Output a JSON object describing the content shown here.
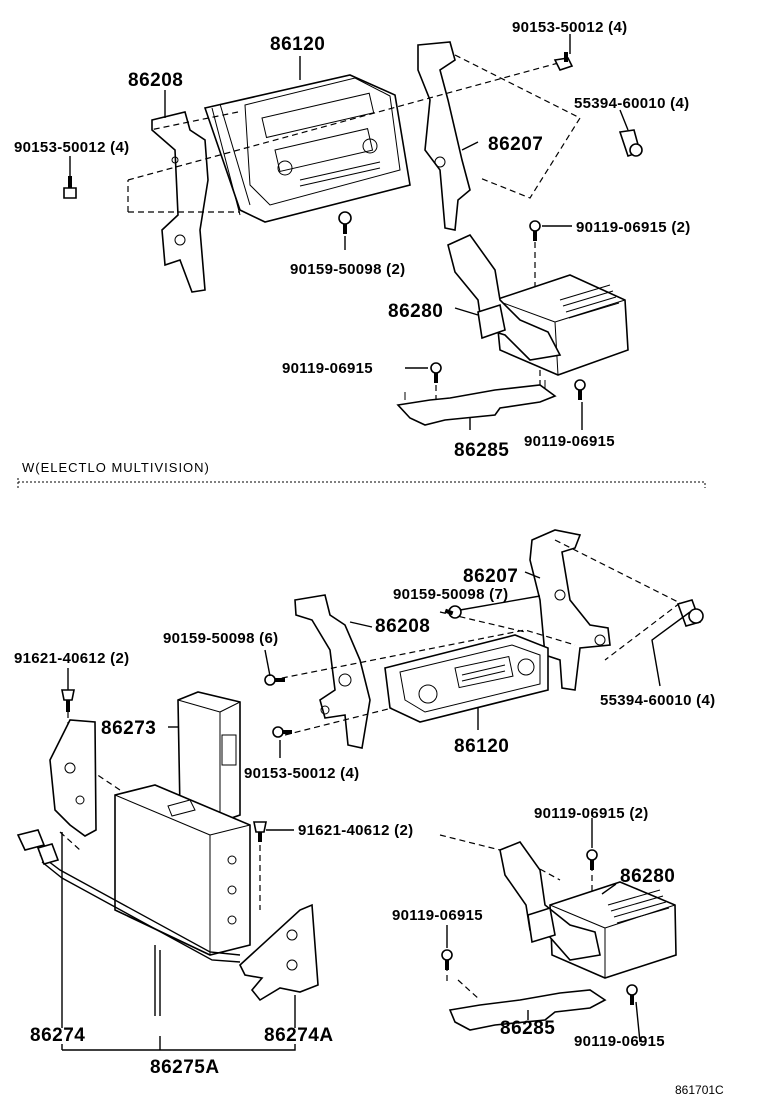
{
  "top": {
    "labels": {
      "p86120": "86120",
      "p86208": "86208",
      "p86207": "86207",
      "bolt_a": "90153-50012 (4)",
      "bolt_b": "90153-50012 (4)",
      "screw_a": "55394-60010 (4)",
      "screw_b": "90119-06915 (2)",
      "screw_c": "90159-50098 (2)",
      "p86280": "86280",
      "screw_d": "90119-06915",
      "screw_e": "90119-06915",
      "p86285": "86285"
    }
  },
  "section": {
    "title": "W(ELECTLO MULTIVISION)"
  },
  "bottom": {
    "labels": {
      "p86207": "86207",
      "screw_a": "90159-50098 (7)",
      "p86208": "86208",
      "screw_b": "90159-50098 (6)",
      "clip_a": "91621-40612 (2)",
      "screw_c": "55394-60010 (4)",
      "p86273": "86273",
      "bolt_a": "90153-50012 (4)",
      "p86120": "86120",
      "clip_b": "91621-40612 (2)",
      "screw_d": "90119-06915 (2)",
      "p86280": "86280",
      "screw_e": "90119-06915",
      "screw_f": "90119-06915",
      "p86285": "86285",
      "p86274": "86274",
      "p86274a": "86274A",
      "p86275a": "86275A"
    }
  },
  "footer": {
    "code": "861701C"
  }
}
